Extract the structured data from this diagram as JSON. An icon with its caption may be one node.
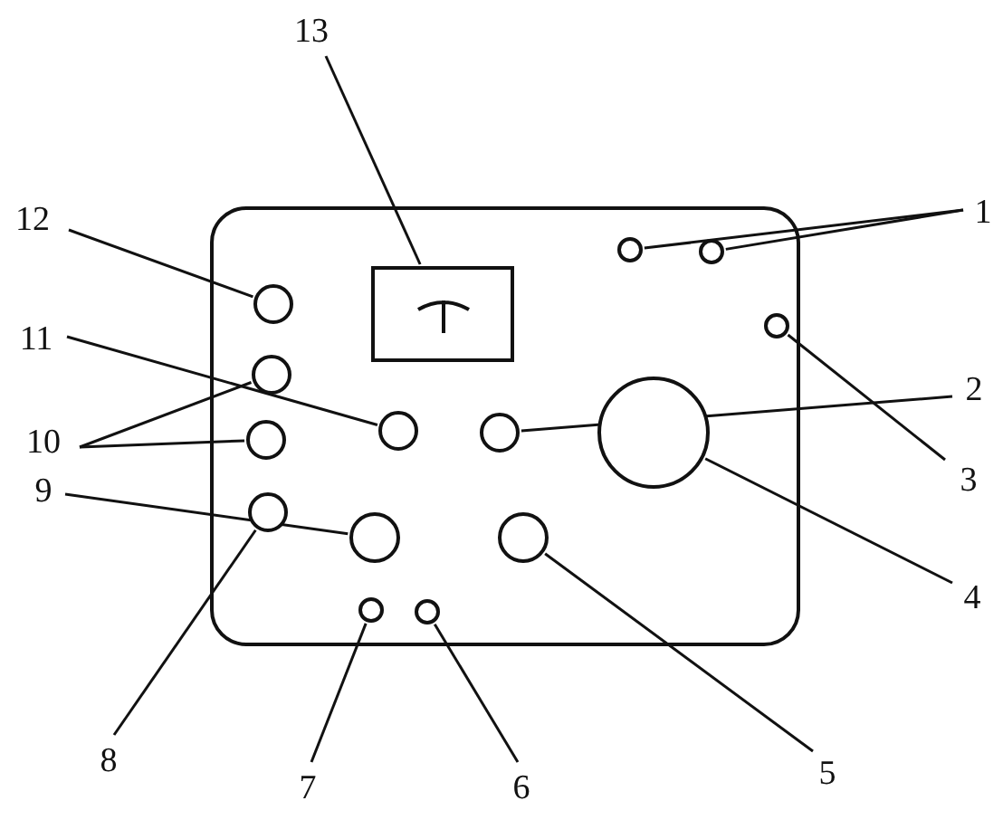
{
  "diagram": {
    "nodes": [
      {
        "text": [],
        "shape": "box"
      },
      {
        "text": [],
        "shape": "box",
        "in": 0
      },
      {
        "text": [],
        "shape": "circle",
        "in": 0
      },
      {
        "text": [],
        "shape": "circle",
        "in": 0
      },
      {
        "text": [],
        "shape": "circle",
        "in": 0
      },
      {
        "text": [],
        "shape": "circle",
        "in": 0
      },
      {
        "text": [],
        "shape": "circle",
        "in": 0
      },
      {
        "text": [],
        "shape": "circle",
        "in": 0
      },
      {
        "text": [],
        "shape": "circle",
        "in": 0
      },
      {
        "text": [],
        "shape": "circle",
        "in": 0
      },
      {
        "text": [],
        "shape": "circle",
        "in": 0
      },
      {
        "text": [],
        "shape": "circle",
        "in": 0
      },
      {
        "text": [],
        "shape": "circle",
        "in": 0
      },
      {
        "text": [],
        "shape": "circle",
        "in": 0
      },
      {
        "text": [],
        "shape": "circle",
        "in": 0
      },
      {
        "text": [],
        "shape": "circle",
        "in": 0
      },
      {
        "text": [
          "1"
        ]
      },
      {
        "text": [
          "2"
        ]
      },
      {
        "text": [
          "3"
        ]
      },
      {
        "text": [
          "4"
        ]
      },
      {
        "text": [
          "5"
        ]
      },
      {
        "text": [
          "6"
        ]
      },
      {
        "text": [
          "7"
        ]
      },
      {
        "text": [
          "8"
        ]
      },
      {
        "text": [
          "9"
        ]
      },
      {
        "text": [
          "10"
        ]
      },
      {
        "text": [
          "11"
        ]
      },
      {
        "text": [
          "12"
        ]
      },
      {
        "text": [
          "13"
        ]
      }
    ],
    "edges": [
      {
        "from": 16,
        "to": 2,
        "arrow": "none"
      },
      {
        "from": 16,
        "to": 3,
        "arrow": "none"
      },
      {
        "from": 17,
        "to": 5,
        "arrow": "none"
      },
      {
        "from": 18,
        "to": 4,
        "arrow": "none"
      },
      {
        "from": 19,
        "to": 6,
        "arrow": "none"
      },
      {
        "from": 20,
        "to": 7,
        "arrow": "none"
      },
      {
        "from": 21,
        "to": 8,
        "arrow": "none"
      },
      {
        "from": 22,
        "to": 9,
        "arrow": "none"
      },
      {
        "from": 23,
        "to": 10,
        "arrow": "none"
      },
      {
        "from": 24,
        "to": 11,
        "arrow": "none"
      },
      {
        "from": 25,
        "to": 12,
        "arrow": "none"
      },
      {
        "from": 25,
        "to": 13,
        "arrow": "none"
      },
      {
        "from": 26,
        "to": 14,
        "arrow": "none"
      },
      {
        "from": 27,
        "to": 15,
        "arrow": "none"
      },
      {
        "from": 28,
        "to": 1,
        "arrow": "none"
      }
    ]
  }
}
